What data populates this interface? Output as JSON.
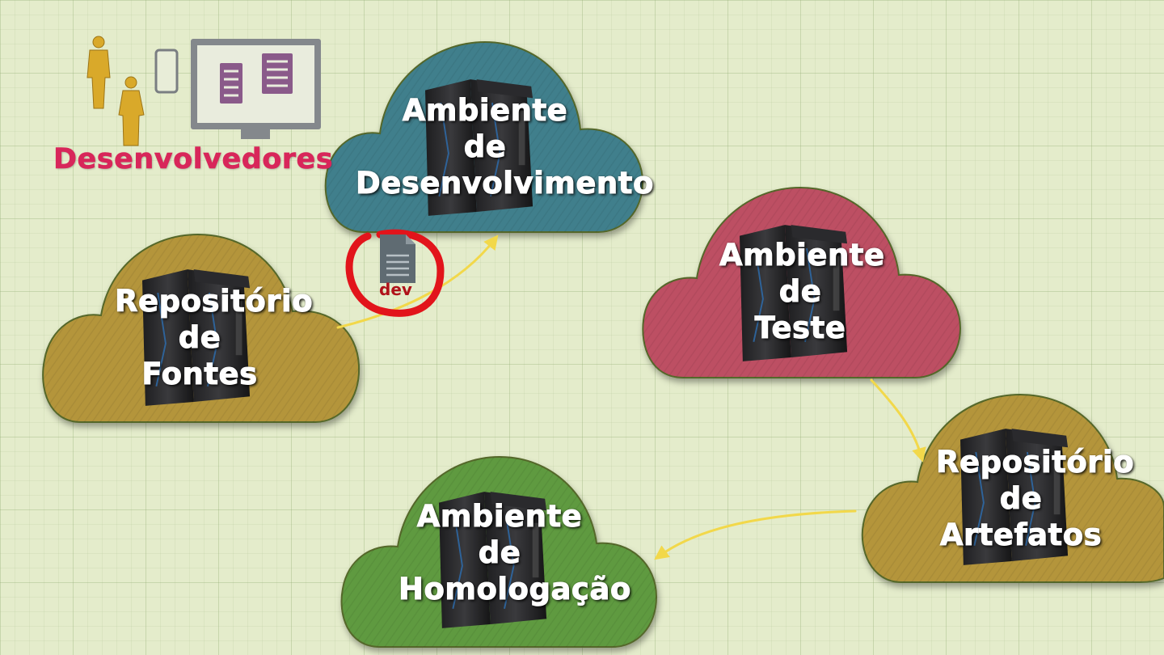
{
  "developers": {
    "title": "Desenvolvedores"
  },
  "clouds": {
    "repositorio_fontes": {
      "label_lines": [
        "Repositório",
        "de",
        "Fontes"
      ],
      "color": "#b4953a"
    },
    "ambiente_desenvolvimento": {
      "label_lines": [
        "Ambiente",
        "de",
        "Desenvolvimento"
      ],
      "color": "#3f7f8c"
    },
    "ambiente_teste": {
      "label_lines": [
        "Ambiente",
        "de",
        "Teste"
      ],
      "color": "#bd4f63"
    },
    "repositorio_artefatos": {
      "label_lines": [
        "Repositório",
        "de",
        "Artefatos"
      ],
      "color": "#b4953a"
    },
    "ambiente_homologacao": {
      "label_lines": [
        "Ambiente",
        "de",
        "Homologação"
      ],
      "color": "#5f9a3f"
    }
  },
  "file_badge": {
    "label": "dev",
    "highlight_color": "#e2141b"
  },
  "arrow_color": "#f2d84a"
}
